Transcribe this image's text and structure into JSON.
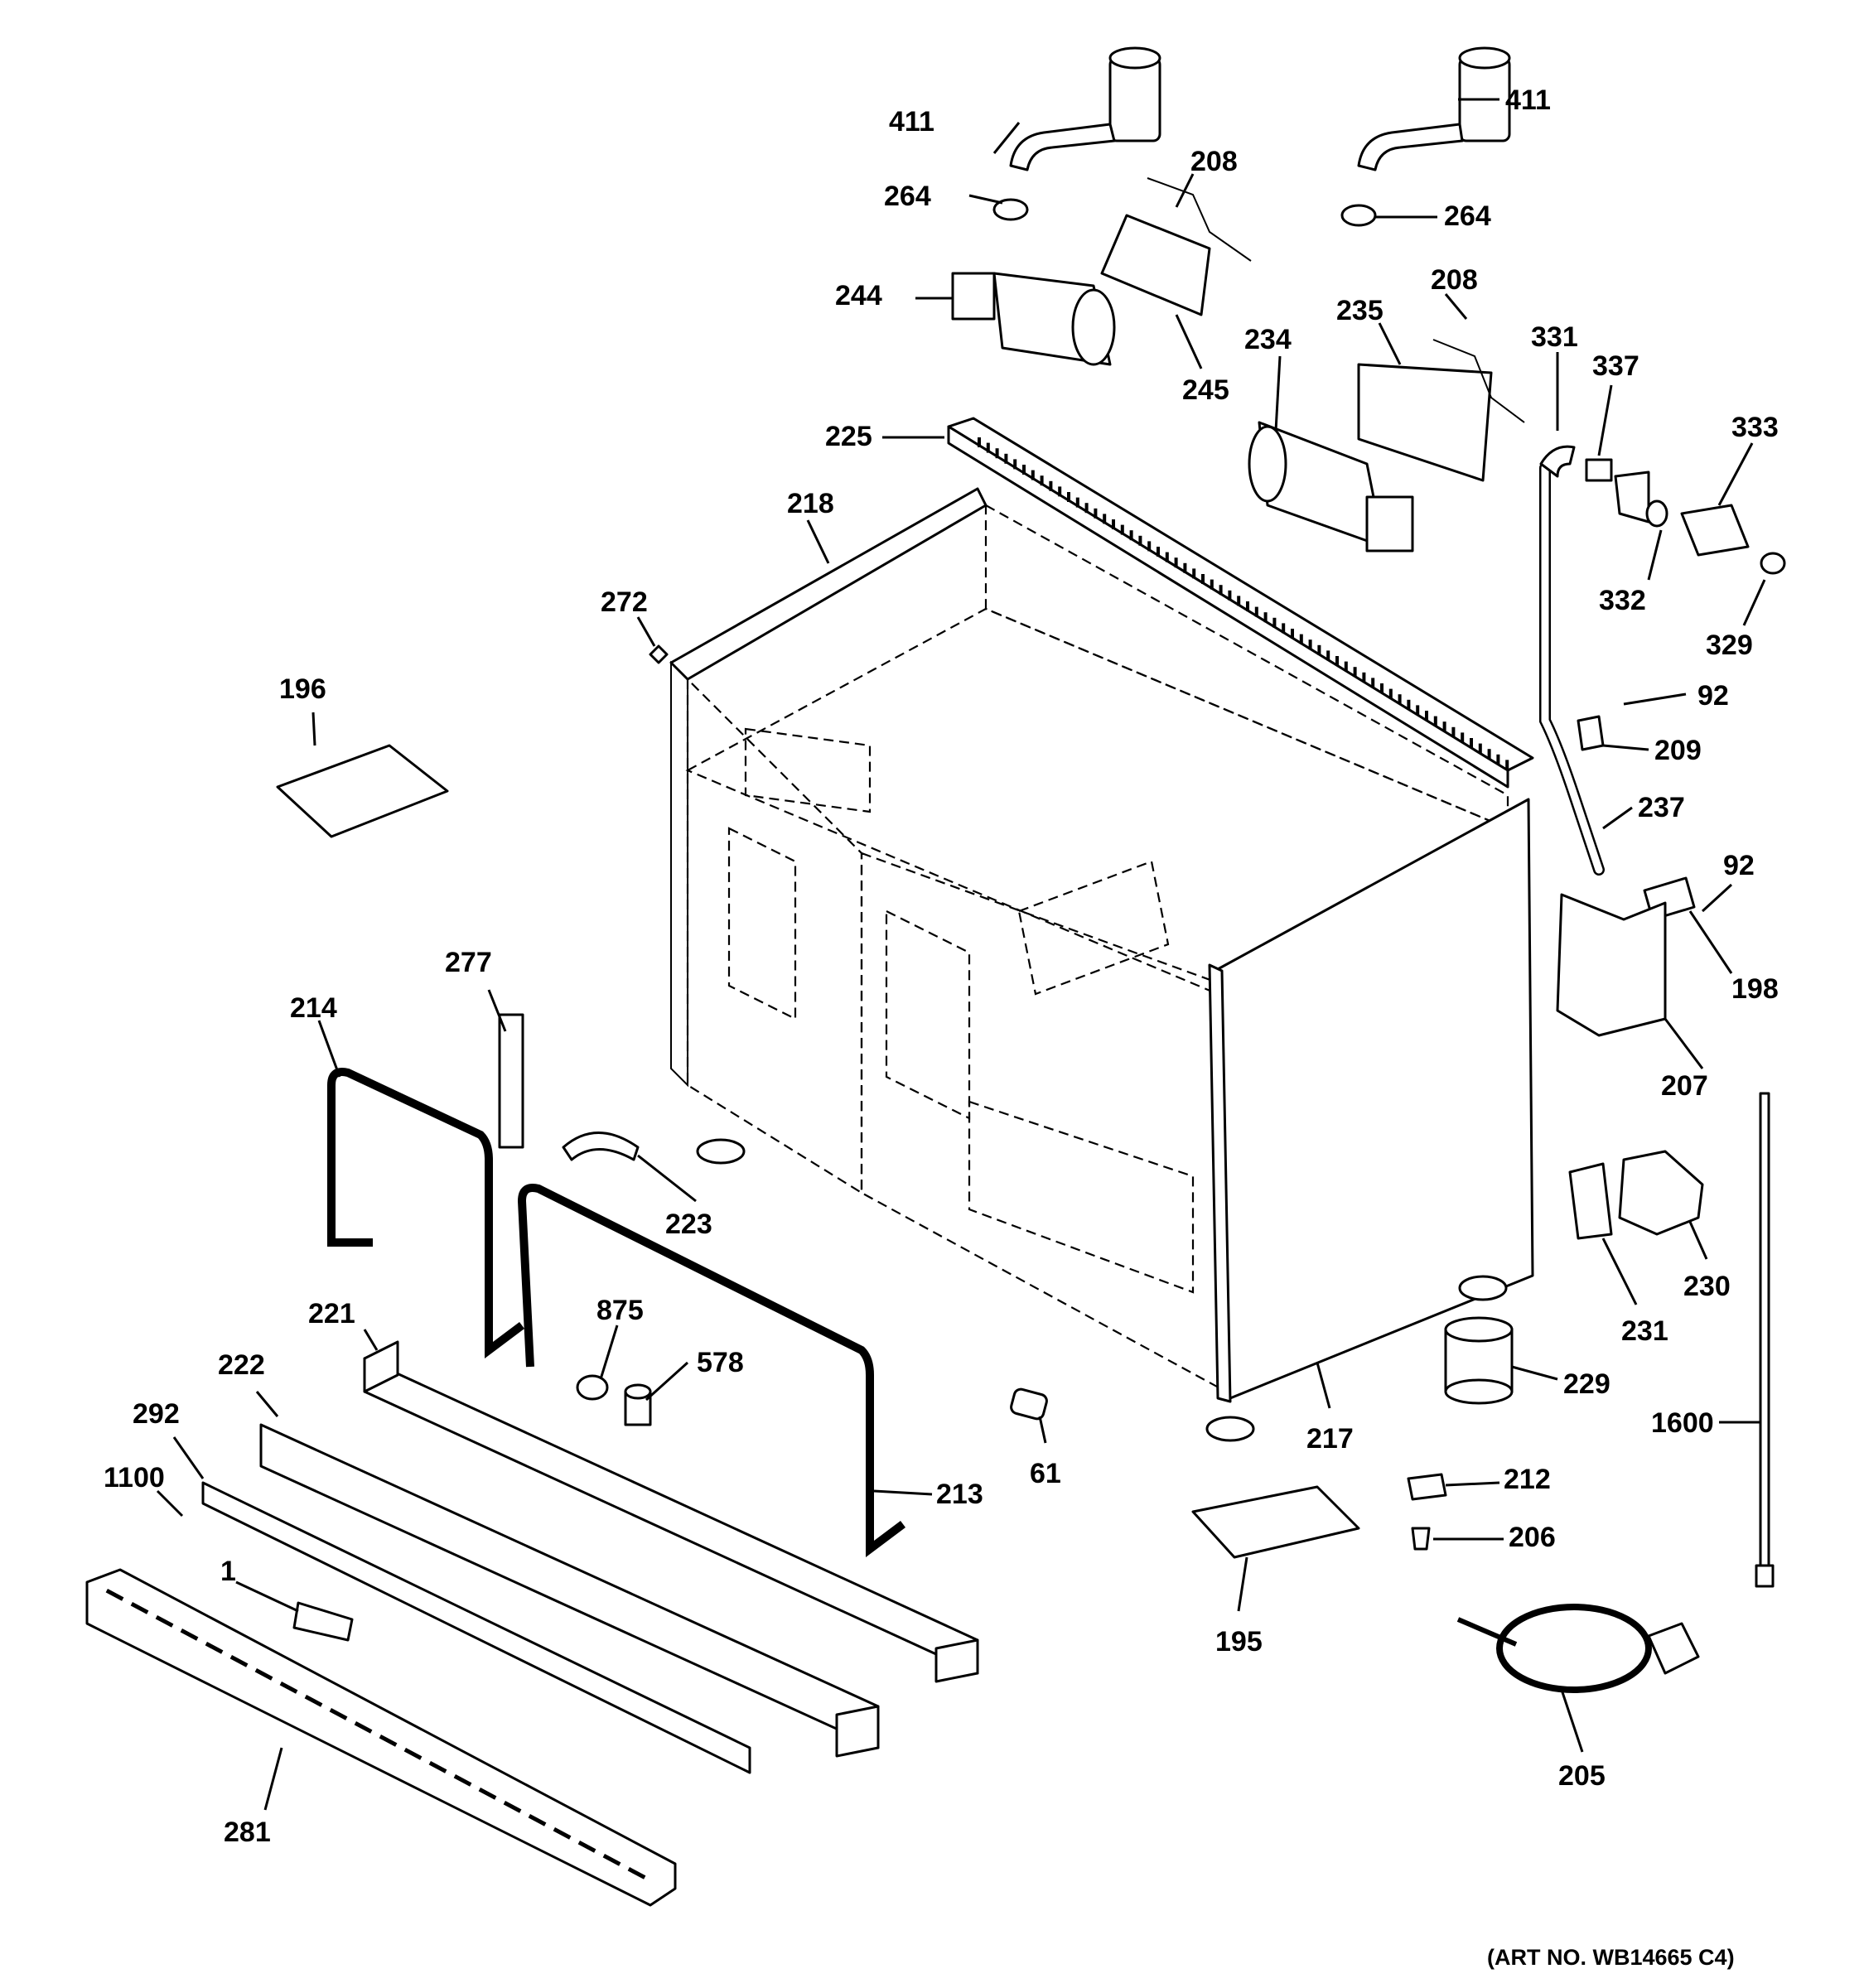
{
  "diagram": {
    "art_number": "(ART NO. WB14665 C4)",
    "callouts": [
      {
        "id": "c-411a",
        "label": "411"
      },
      {
        "id": "c-411b",
        "label": "411"
      },
      {
        "id": "c-264a",
        "label": "264"
      },
      {
        "id": "c-264b",
        "label": "264"
      },
      {
        "id": "c-208a",
        "label": "208"
      },
      {
        "id": "c-208b",
        "label": "208"
      },
      {
        "id": "c-244",
        "label": "244"
      },
      {
        "id": "c-245",
        "label": "245"
      },
      {
        "id": "c-235",
        "label": "235"
      },
      {
        "id": "c-234",
        "label": "234"
      },
      {
        "id": "c-331",
        "label": "331"
      },
      {
        "id": "c-337",
        "label": "337"
      },
      {
        "id": "c-333",
        "label": "333"
      },
      {
        "id": "c-332",
        "label": "332"
      },
      {
        "id": "c-329",
        "label": "329"
      },
      {
        "id": "c-225",
        "label": "225"
      },
      {
        "id": "c-218",
        "label": "218"
      },
      {
        "id": "c-272",
        "label": "272"
      },
      {
        "id": "c-196",
        "label": "196"
      },
      {
        "id": "c-92a",
        "label": "92"
      },
      {
        "id": "c-209",
        "label": "209"
      },
      {
        "id": "c-237",
        "label": "237"
      },
      {
        "id": "c-92b",
        "label": "92"
      },
      {
        "id": "c-198",
        "label": "198"
      },
      {
        "id": "c-207",
        "label": "207"
      },
      {
        "id": "c-277",
        "label": "277"
      },
      {
        "id": "c-214",
        "label": "214"
      },
      {
        "id": "c-223",
        "label": "223"
      },
      {
        "id": "c-230",
        "label": "230"
      },
      {
        "id": "c-231",
        "label": "231"
      },
      {
        "id": "c-221",
        "label": "221"
      },
      {
        "id": "c-875",
        "label": "875"
      },
      {
        "id": "c-578",
        "label": "578"
      },
      {
        "id": "c-229",
        "label": "229"
      },
      {
        "id": "c-222",
        "label": "222"
      },
      {
        "id": "c-217",
        "label": "217"
      },
      {
        "id": "c-1600",
        "label": "1600"
      },
      {
        "id": "c-292",
        "label": "292"
      },
      {
        "id": "c-61",
        "label": "61"
      },
      {
        "id": "c-213",
        "label": "213"
      },
      {
        "id": "c-212",
        "label": "212"
      },
      {
        "id": "c-1100",
        "label": "1100"
      },
      {
        "id": "c-206",
        "label": "206"
      },
      {
        "id": "c-1",
        "label": "1"
      },
      {
        "id": "c-195",
        "label": "195"
      },
      {
        "id": "c-205",
        "label": "205"
      },
      {
        "id": "c-281",
        "label": "281"
      }
    ]
  }
}
